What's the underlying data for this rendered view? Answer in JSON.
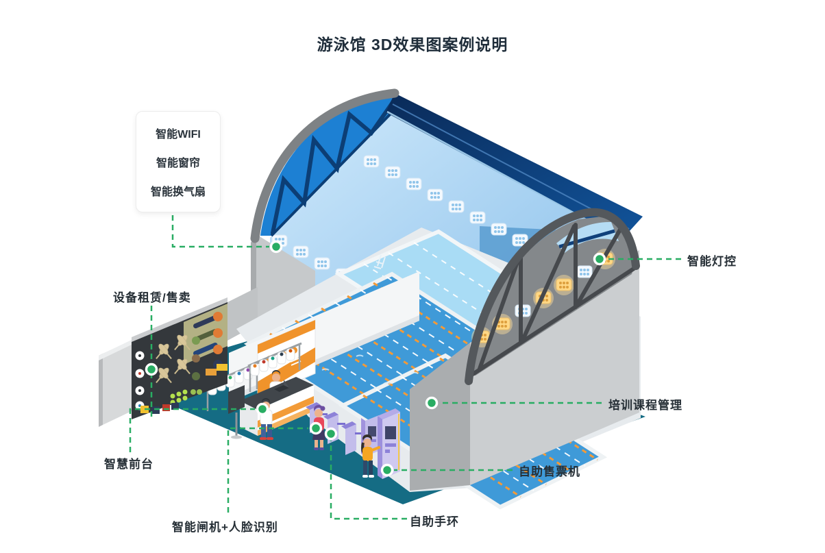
{
  "title": "游泳馆 3D效果图案例说明",
  "callout_box": {
    "items": [
      "智能WIFI",
      "智能窗帘",
      "智能换气扇"
    ]
  },
  "callouts": {
    "equipment_rental": {
      "label": "设备租赁/售卖"
    },
    "front_desk": {
      "label": "智慧前台"
    },
    "gate_face": {
      "label": "智能闸机+人脸识别"
    },
    "wristband": {
      "label": "自助手环"
    },
    "ticket_machine": {
      "label": "自助售票机"
    },
    "training": {
      "label": "培训课程管理"
    },
    "lighting": {
      "label": "智能灯控"
    }
  },
  "colors": {
    "accent_green": "#29ad63",
    "floor_teal": "#156c84",
    "roof_navy": "#0b2f62",
    "truss_blue": "#1b7ed2",
    "water_blue": "#3f9ad8",
    "lane_orange": "#f29a38",
    "machine_lavender": "#c3bdeb",
    "sign_orange": "#f0932b"
  }
}
